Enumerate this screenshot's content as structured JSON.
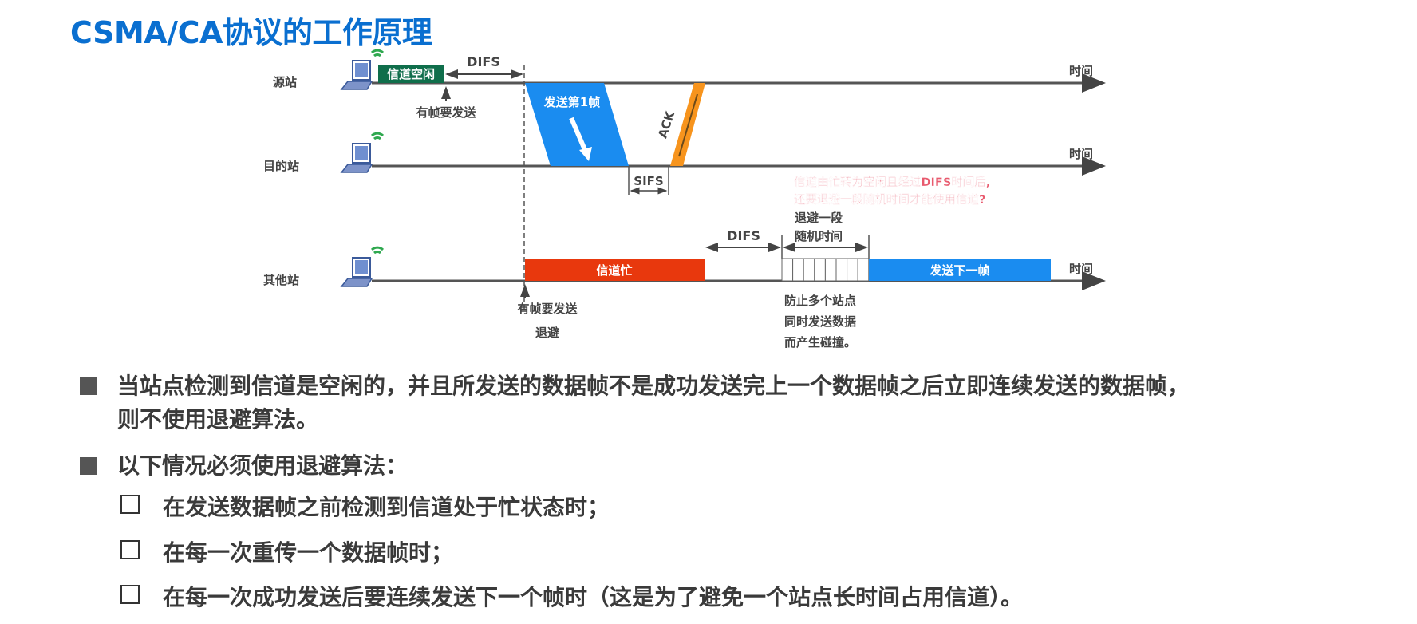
{
  "title": "CSMA/CA协议的工作原理",
  "diagram": {
    "stations": {
      "source": "源站",
      "destination": "目的站",
      "other": "其他站"
    },
    "time_label": "时间",
    "channel_idle": "信道空闲",
    "difs": "DIFS",
    "sifs": "SIFS",
    "has_frame_to_send": "有帧要发送",
    "send_frame_1": "发送第1帧",
    "ack": "ACK",
    "channel_busy": "信道忙",
    "backoff_label": [
      "退避一段",
      "随机时间"
    ],
    "send_next_frame": "发送下一帧",
    "backoff": "退避",
    "collision_note": [
      "防止多个站点",
      "同时发送数据",
      "而产生碰撞。"
    ],
    "question_note": [
      "信道由忙转为空闲且经过DIFS时间后,",
      "还要退避一段随机时间才能使用信道?"
    ],
    "colors": {
      "idle": "#0f6e4b",
      "frame": "#1a8cf0",
      "ack": "#f7941d",
      "busy": "#e8380d",
      "note": "#e85a6e"
    }
  },
  "bullets": [
    {
      "lines": [
        "当站点检测到信道是空闲的，并且所发送的数据帧不是成功发送完上一个数据帧之后立即连续发送的数据帧，",
        "则不使用退避算法。"
      ]
    },
    {
      "lines": [
        "以下情况必须使用退避算法："
      ],
      "sub": [
        "在发送数据帧之前检测到信道处于忙状态时；",
        "在每一次重传一个数据帧时；",
        "在每一次成功发送后要连续发送下一个帧时（这是为了避免一个站点长时间占用信道）。"
      ]
    }
  ]
}
